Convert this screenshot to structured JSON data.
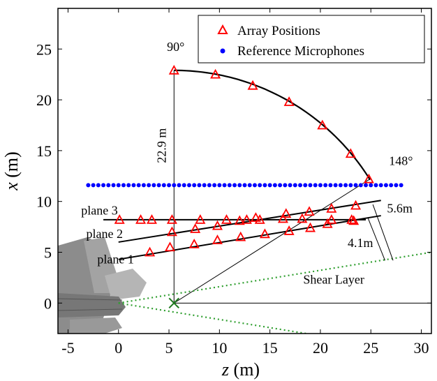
{
  "chart_data": {
    "type": "scatter",
    "x_axis": {
      "label_var": "z",
      "label_unit": " (m)",
      "lim": [
        -6,
        31
      ],
      "ticks": [
        -5,
        0,
        5,
        10,
        15,
        20,
        25,
        30
      ]
    },
    "y_axis": {
      "label_var": "x",
      "label_unit": " (m)",
      "lim": [
        -3,
        29
      ],
      "ticks": [
        0,
        5,
        10,
        15,
        20,
        25
      ]
    },
    "grid": false,
    "legend": {
      "placement": "top-right",
      "entries": [
        {
          "name": "Array Positions",
          "marker": "triangle",
          "color": "#ff0000"
        },
        {
          "name": "Reference Microphones",
          "marker": "dot",
          "color": "#0000ff"
        }
      ]
    },
    "series": [
      {
        "name": "Array Positions",
        "marker": "triangle",
        "color": "#ff0000",
        "points": [
          [
            5.5,
            22.9
          ],
          [
            9.6,
            22.5
          ],
          [
            13.3,
            21.4
          ],
          [
            16.9,
            19.8
          ],
          [
            20.2,
            17.5
          ],
          [
            23.0,
            14.7
          ],
          [
            24.8,
            12.2
          ],
          [
            0.1,
            8.2
          ],
          [
            2.2,
            8.2
          ],
          [
            5.3,
            8.2
          ],
          [
            8.1,
            8.2
          ],
          [
            10.7,
            8.2
          ],
          [
            12.7,
            8.2
          ],
          [
            14.0,
            8.2
          ],
          [
            16.3,
            8.3
          ],
          [
            18.2,
            8.3
          ],
          [
            21.1,
            8.2
          ],
          [
            23.3,
            8.1
          ],
          [
            3.3,
            8.2
          ],
          [
            5.3,
            7.0
          ],
          [
            7.6,
            7.3
          ],
          [
            9.8,
            7.6
          ],
          [
            12.0,
            8.1
          ],
          [
            13.6,
            8.4
          ],
          [
            16.6,
            8.8
          ],
          [
            18.9,
            9.0
          ],
          [
            21.1,
            9.3
          ],
          [
            23.5,
            9.6
          ],
          [
            3.1,
            5.0
          ],
          [
            5.1,
            5.5
          ],
          [
            7.5,
            5.8
          ],
          [
            9.8,
            6.2
          ],
          [
            12.1,
            6.5
          ],
          [
            14.5,
            6.8
          ],
          [
            16.9,
            7.1
          ],
          [
            19.0,
            7.4
          ],
          [
            20.7,
            7.8
          ],
          [
            23.1,
            8.2
          ]
        ]
      },
      {
        "name": "Reference Microphones",
        "marker": "dot",
        "color": "#0000ff",
        "points": [
          [
            -3.0,
            11.6
          ],
          [
            -2.5,
            11.6
          ],
          [
            -2.0,
            11.6
          ],
          [
            -1.5,
            11.6
          ],
          [
            -1.0,
            11.6
          ],
          [
            -0.5,
            11.6
          ],
          [
            0.0,
            11.6
          ],
          [
            0.5,
            11.6
          ],
          [
            1.0,
            11.6
          ],
          [
            1.5,
            11.6
          ],
          [
            2.0,
            11.6
          ],
          [
            2.5,
            11.6
          ],
          [
            3.0,
            11.6
          ],
          [
            3.5,
            11.6
          ],
          [
            4.0,
            11.6
          ],
          [
            4.5,
            11.6
          ],
          [
            5.0,
            11.6
          ],
          [
            5.5,
            11.6
          ],
          [
            6.0,
            11.6
          ],
          [
            6.5,
            11.6
          ],
          [
            7.0,
            11.6
          ],
          [
            7.5,
            11.6
          ],
          [
            8.0,
            11.6
          ],
          [
            8.5,
            11.6
          ],
          [
            9.0,
            11.6
          ],
          [
            9.5,
            11.6
          ],
          [
            10.0,
            11.6
          ],
          [
            10.5,
            11.6
          ],
          [
            11.0,
            11.6
          ],
          [
            11.5,
            11.6
          ],
          [
            12.0,
            11.6
          ],
          [
            12.5,
            11.6
          ],
          [
            13.0,
            11.6
          ],
          [
            13.5,
            11.6
          ],
          [
            14.0,
            11.6
          ],
          [
            14.5,
            11.6
          ],
          [
            15.0,
            11.6
          ],
          [
            15.5,
            11.6
          ],
          [
            16.0,
            11.6
          ],
          [
            16.5,
            11.6
          ],
          [
            17.0,
            11.6
          ],
          [
            17.5,
            11.6
          ],
          [
            18.0,
            11.6
          ],
          [
            18.5,
            11.6
          ],
          [
            19.0,
            11.6
          ],
          [
            19.5,
            11.6
          ],
          [
            20.0,
            11.6
          ],
          [
            20.5,
            11.6
          ],
          [
            21.0,
            11.6
          ],
          [
            21.5,
            11.6
          ],
          [
            22.0,
            11.6
          ],
          [
            22.5,
            11.6
          ],
          [
            23.0,
            11.6
          ],
          [
            23.5,
            11.6
          ],
          [
            24.0,
            11.6
          ],
          [
            24.5,
            11.6
          ],
          [
            25.0,
            11.6
          ],
          [
            25.5,
            11.6
          ],
          [
            26.0,
            11.6
          ],
          [
            26.5,
            11.6
          ],
          [
            27.0,
            11.6
          ],
          [
            27.5,
            11.6
          ],
          [
            28.0,
            11.6
          ]
        ]
      }
    ],
    "lines": {
      "arc": {
        "center": [
          5.5,
          0
        ],
        "radius": 22.9,
        "from_deg": 90,
        "to_deg": 148
      },
      "planes": [
        {
          "label": "plane 3",
          "start": [
            -1.5,
            8.2
          ],
          "end": [
            24.5,
            8.2
          ]
        },
        {
          "label": "plane 2",
          "start": [
            0.0,
            6.0
          ],
          "end": [
            26.0,
            10.1
          ]
        },
        {
          "label": "plane 1",
          "start": [
            0.0,
            4.3
          ],
          "end": [
            26.0,
            8.6
          ]
        }
      ],
      "axis_line": [
        [
          5.5,
          0
        ],
        [
          31,
          0
        ]
      ],
      "radius_90": [
        [
          5.5,
          0
        ],
        [
          5.5,
          22.9
        ]
      ],
      "radius_148": [
        [
          5.5,
          0
        ],
        [
          24.9,
          12.2
        ]
      ],
      "origin_marker": [
        5.5,
        0
      ],
      "shear_layer": [
        [
          [
            0,
            0
          ],
          [
            31,
            5.0
          ]
        ],
        [
          [
            0,
            0
          ],
          [
            31,
            -5.0
          ]
        ]
      ],
      "dimension_5_6": [
        [
          25.2,
          9.7
        ],
        [
          27.2,
          4.2
        ]
      ],
      "dimension_4_1": [
        [
          24.7,
          8.4
        ],
        [
          26.4,
          4.2
        ]
      ]
    },
    "annotations": [
      {
        "text": "90°",
        "at": [
          4.8,
          24.8
        ]
      },
      {
        "text": "148°",
        "at": [
          26.8,
          13.6
        ]
      },
      {
        "text": "22.9 m",
        "at": [
          4.7,
          15.5
        ]
      },
      {
        "text": "5.6m",
        "at": [
          26.6,
          8.9
        ]
      },
      {
        "text": "4.1m",
        "at": [
          22.7,
          5.5
        ]
      },
      {
        "text": "Shear Layer",
        "at": [
          18.3,
          1.9
        ]
      },
      {
        "text": "plane 3",
        "at": [
          -3.7,
          8.7
        ]
      },
      {
        "text": "plane 2",
        "at": [
          -3.2,
          6.4
        ]
      },
      {
        "text": "plane 1",
        "at": [
          -2.1,
          3.9
        ]
      }
    ]
  }
}
